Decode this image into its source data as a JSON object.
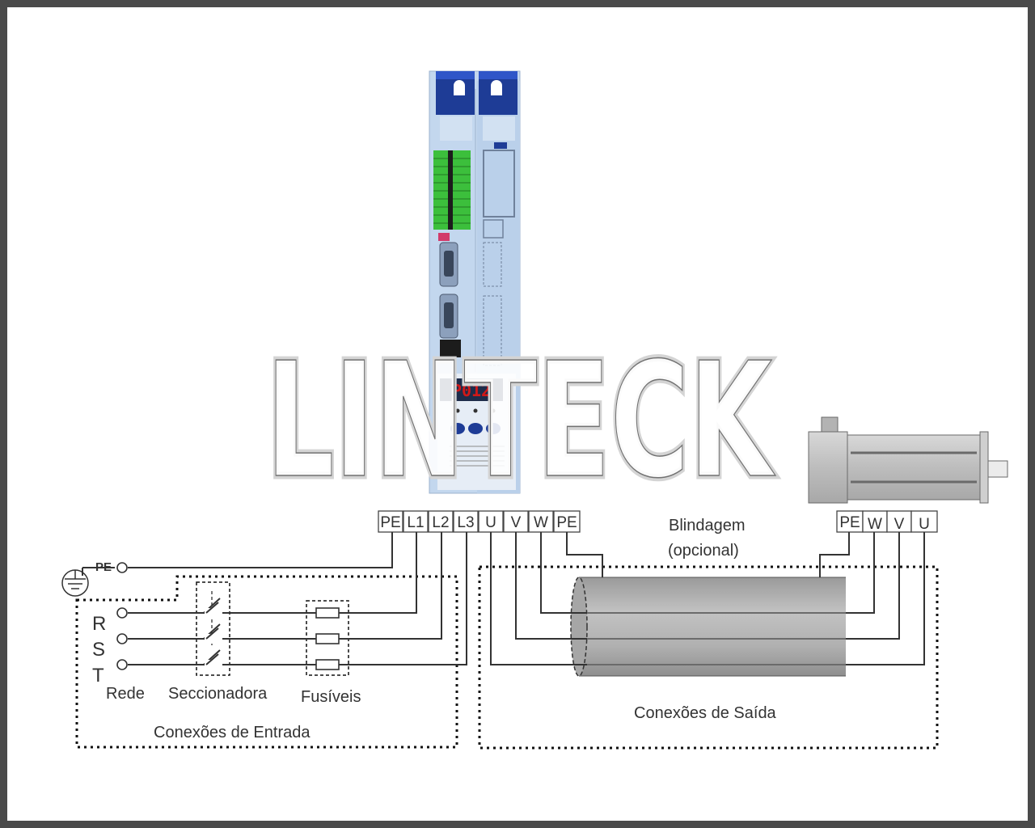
{
  "watermark": "LINTECK",
  "drive": {
    "display_text": "P012"
  },
  "drive_terminals": [
    "PE",
    "L1",
    "L2",
    "L3",
    "U",
    "V",
    "W",
    "PE"
  ],
  "motor_terminals": [
    "PE",
    "W",
    "V",
    "U"
  ],
  "labels": {
    "pe": "PE",
    "r": "R",
    "s": "S",
    "t": "T",
    "rede": "Rede",
    "seccionadora": "Seccionadora",
    "fusiveis": "Fusíveis",
    "entrada": "Conexões de Entrada",
    "saida": "Conexões de Saída",
    "blindagem": "Blindagem",
    "opcional": "(opcional)"
  },
  "colors": {
    "frame": "#4a4a4a",
    "drive_blue": "#1e3c96",
    "drive_body": "#c3d7ee",
    "terminal_green": "#3cbf3c",
    "display_red": "#d01818",
    "cable_gray": "#b4b4b4",
    "motor_gray": "#c4c4c4"
  }
}
